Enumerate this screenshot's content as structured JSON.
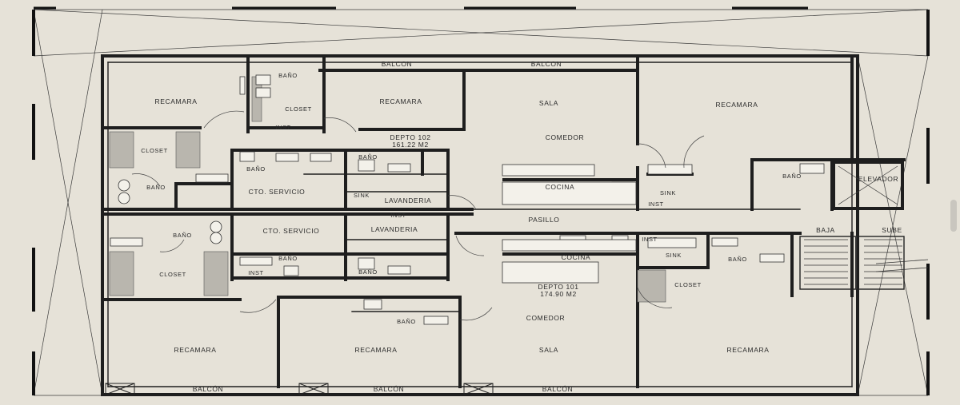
{
  "units": {
    "depto_102": {
      "name": "DEPTO 102",
      "area": "161.22  M2"
    },
    "depto_101": {
      "name": "DEPTO 101",
      "area": "174.90  M2"
    }
  },
  "labels": {
    "balcon_top": "BALCON",
    "balcon_bottom": "BALCÓN",
    "recamara": "RECAMARA",
    "bano": "BAÑO",
    "closet": "CLOSET",
    "inst": "INST",
    "sala": "SALA",
    "comedor": "COMEDOR",
    "cocina": "COCINA",
    "sink": "SINK",
    "cto_servicio": "CTO.  SERVICIO",
    "lavanderia": "LAVANDERIA",
    "pasillo": "PASILLO",
    "elevador": "ELEVADOR",
    "baja": "BAJA",
    "sube": "SUBE"
  }
}
